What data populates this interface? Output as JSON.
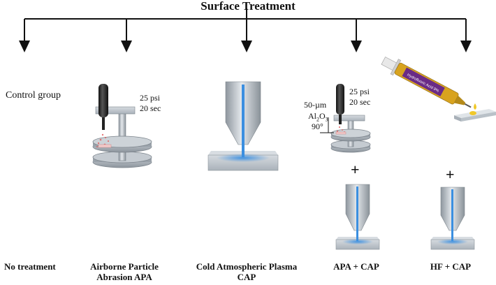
{
  "title": "Surface Treatment",
  "control_label": "Control group",
  "groups": [
    {
      "name": "No treatment"
    },
    {
      "name": "Airborne Particle",
      "name2": "Abrasion APA",
      "pressure": "25 psi",
      "time": "20 sec"
    },
    {
      "name": "Cold Atmospheric Plasma",
      "name2": "CAP"
    },
    {
      "name": "APA + CAP",
      "pressure": "25 psi",
      "time": "20 sec",
      "particle_size": "50-µm",
      "particle_material": "Al",
      "particle_sub1": "2",
      "particle_mid": "O",
      "particle_sub2": "3",
      "angle": "90°",
      "plus": "+"
    },
    {
      "name": "HF + CAP",
      "plus": "+",
      "syringe_label": "Hydrofluoric Acid 9%"
    }
  ],
  "colors": {
    "plasma": "#3b8fe0",
    "metal": "#b6bec6",
    "syringe_body": "#d8a31f",
    "label_purple": "#6a2b86",
    "arrow": "#111111"
  }
}
